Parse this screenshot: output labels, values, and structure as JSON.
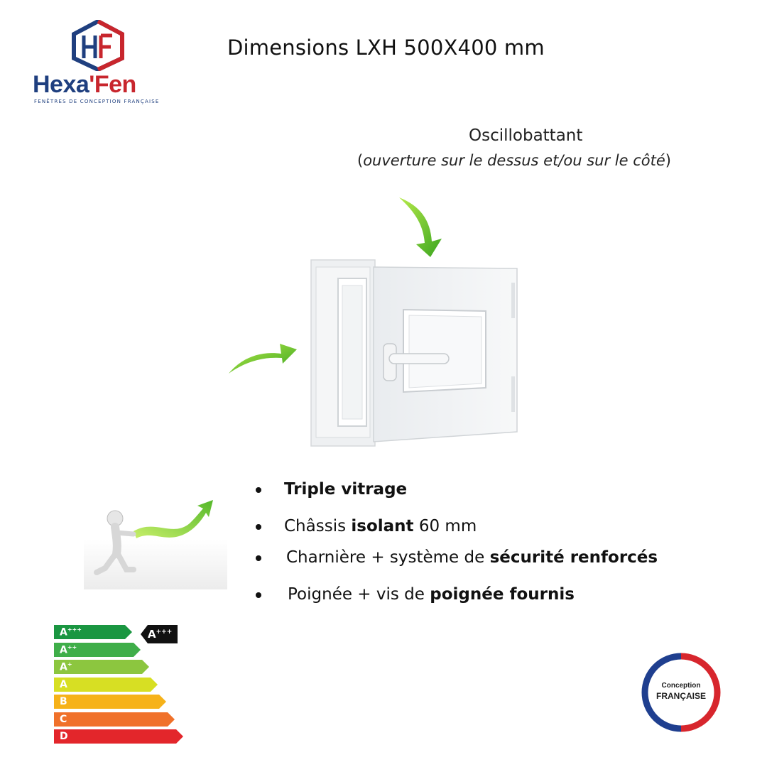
{
  "brand": {
    "name_part1": "Hexa",
    "apostrophe": "'",
    "name_part2": "Fen",
    "tagline": "FENÊTRES DE CONCEPTION FRANÇAISE",
    "colors": {
      "blue": "#1f3f7f",
      "red": "#c8262d"
    }
  },
  "header": {
    "title": "Dimensions LXH 500X400 mm"
  },
  "opening": {
    "type": "Oscillobattant",
    "open_paren": "(",
    "description": "ouverture  sur le dessus et/ou sur le côté",
    "close_paren": ")"
  },
  "features": [
    {
      "parts": [
        {
          "text": "Triple vitrage",
          "bold": true
        }
      ]
    },
    {
      "parts": [
        {
          "text": "Châssis ",
          "bold": false
        },
        {
          "text": "isolant",
          "bold": true
        },
        {
          "text": " 60 mm",
          "bold": false
        }
      ]
    },
    {
      "parts": [
        {
          "text": "Charnière + système de ",
          "bold": false
        },
        {
          "text": "sécurité  renforcés",
          "bold": true
        }
      ]
    },
    {
      "parts": [
        {
          "text": "Poignée + vis de ",
          "bold": false
        },
        {
          "text": "poignée fournis",
          "bold": true
        }
      ]
    }
  ],
  "energy_label": {
    "classes": [
      {
        "letter": "A",
        "sup": "+++",
        "color": "#1a9641"
      },
      {
        "letter": "A",
        "sup": "++",
        "color": "#3fae49"
      },
      {
        "letter": "A",
        "sup": "+",
        "color": "#8cc63f"
      },
      {
        "letter": "A",
        "sup": "",
        "color": "#d7df23"
      },
      {
        "letter": "B",
        "sup": "",
        "color": "#f6b219"
      },
      {
        "letter": "C",
        "sup": "",
        "color": "#f0712a"
      },
      {
        "letter": "D",
        "sup": "",
        "color": "#e3262b"
      }
    ],
    "selected": {
      "letter": "A",
      "sup": "+++"
    }
  },
  "badge": {
    "line1": "Conception",
    "line2": "FRANÇAISE"
  },
  "icons": [
    "hexafen-logo-icon",
    "arrow-down-icon",
    "arrow-right-icon",
    "window-icon",
    "stick-figure-arrow-icon",
    "energy-label-icon",
    "french-flag-badge-icon"
  ]
}
